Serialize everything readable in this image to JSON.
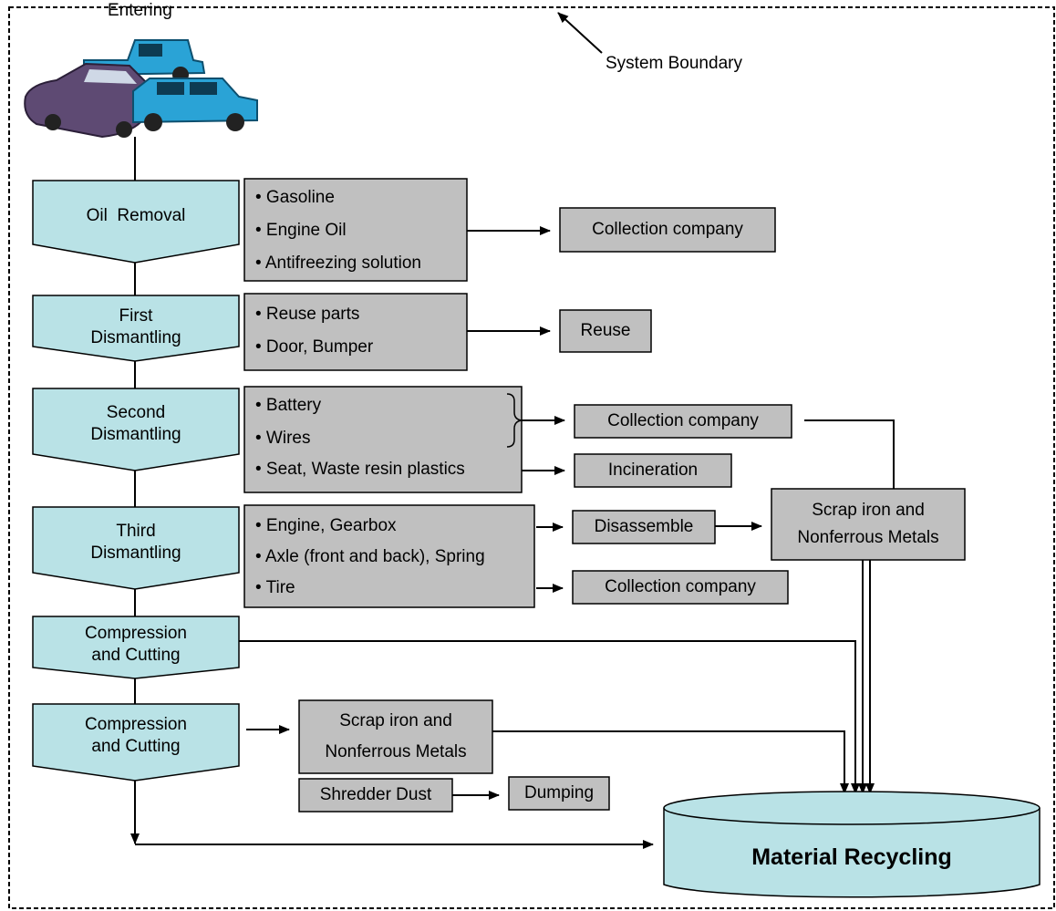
{
  "colors": {
    "stage_fill": "#b9e2e6",
    "box_fill": "#c0c0c0",
    "line": "#000000",
    "car_blue": "#2aa3d6",
    "car_purple": "#5e4a73"
  },
  "icons": [
    "pickup-truck-icon",
    "sedan-car-icon",
    "suv-car-icon"
  ],
  "labels": {
    "entering": "Entering",
    "system_boundary": "System Boundary"
  },
  "stages": [
    {
      "lines": [
        "Oil  Removal"
      ]
    },
    {
      "lines": [
        "First",
        "Dismantling"
      ]
    },
    {
      "lines": [
        "Second",
        "Dismantling"
      ]
    },
    {
      "lines": [
        "Third",
        "Dismantling"
      ]
    },
    {
      "lines": [
        "Compression",
        "and Cutting"
      ]
    },
    {
      "lines": [
        "Compression",
        "and Cutting"
      ]
    }
  ],
  "item_boxes": [
    {
      "items": [
        "• Gasoline",
        "• Engine Oil",
        "• Antifreezing solution"
      ]
    },
    {
      "items": [
        "• Reuse parts",
        "• Door, Bumper"
      ]
    },
    {
      "items": [
        "• Battery",
        "• Wires",
        "• Seat, Waste resin plastics"
      ]
    },
    {
      "items": [
        "• Engine, Gearbox",
        "• Axle (front and back), Spring",
        "• Tire"
      ]
    }
  ],
  "destinations": {
    "collection_1": "Collection company",
    "reuse": "Reuse",
    "collection_2": "Collection company",
    "incineration": "Incineration",
    "disassemble": "Disassemble",
    "scrap_iron_1": [
      "Scrap iron and",
      "Nonferrous Metals"
    ],
    "collection_3": "Collection company",
    "scrap_iron_2": [
      "Scrap iron and",
      "Nonferrous Metals"
    ],
    "shredder_dust": "Shredder Dust",
    "dumping": "Dumping"
  },
  "material_recycling": "Material Recycling"
}
